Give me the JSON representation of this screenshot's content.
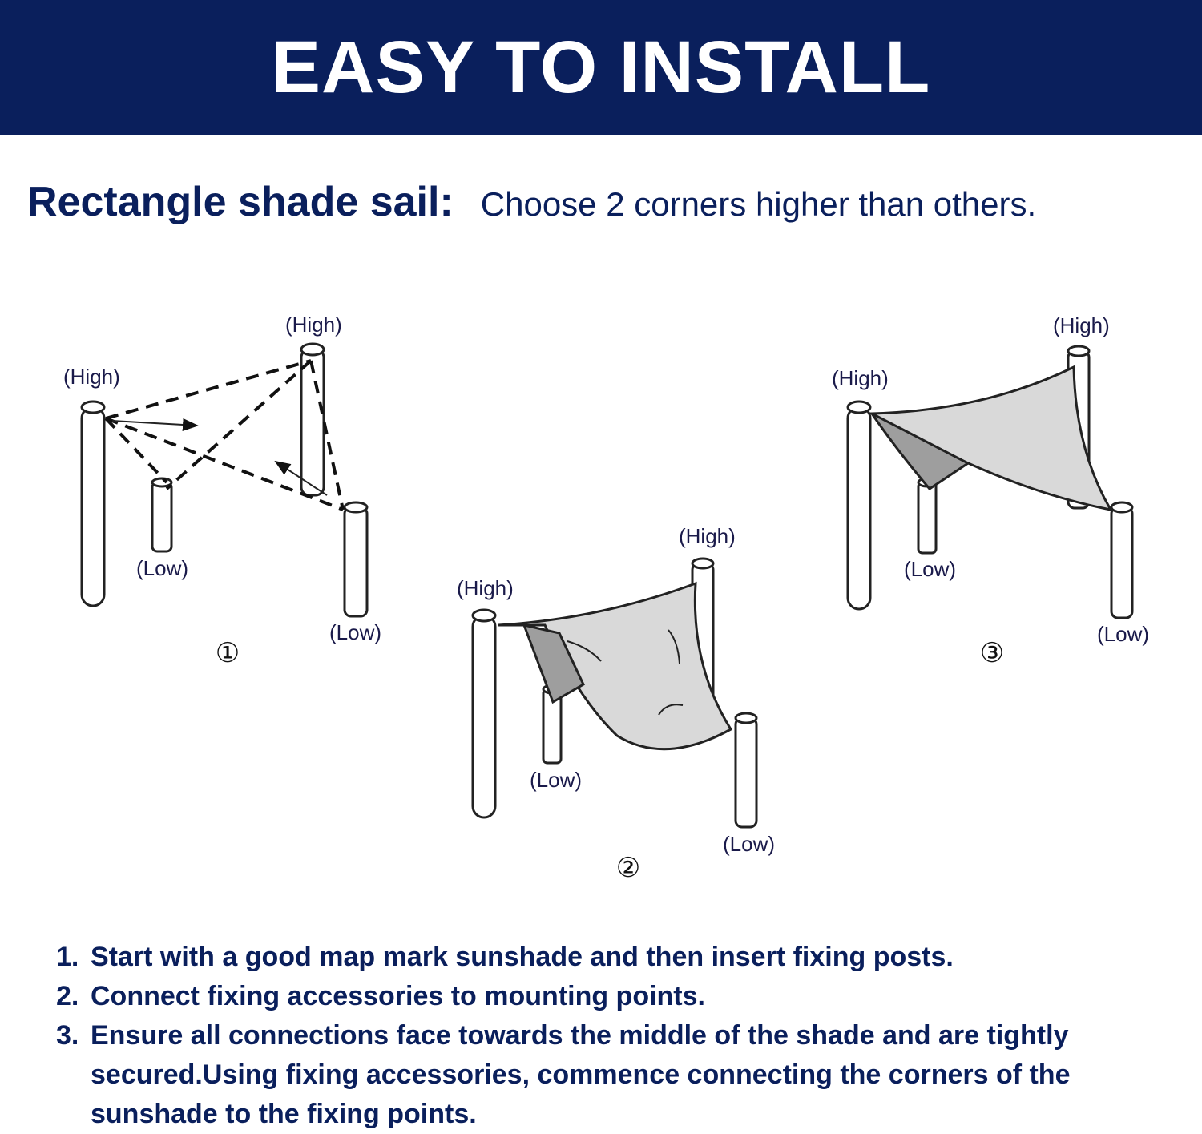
{
  "header": {
    "title": "EASY TO INSTALL"
  },
  "subtitle": {
    "bold": "Rectangle shade sail:",
    "text": "Choose 2 corners higher than others."
  },
  "diagrams": {
    "labels": {
      "high": "(High)",
      "low": "(Low)"
    },
    "numbers": [
      "①",
      "②",
      "③"
    ]
  },
  "steps": [
    {
      "num": "1.",
      "text": "Start with a good map mark sunshade and then insert fixing posts."
    },
    {
      "num": "2.",
      "text": "Connect fixing accessories to mounting points."
    },
    {
      "num": "3.",
      "text": "Ensure all connections face towards the middle of the shade and are tightly secured.Using fixing accessories, commence connecting the corners of the sunshade to the fixing points."
    }
  ],
  "colors": {
    "banner": "#0a1f5c",
    "text": "#0a1f5c",
    "sail_light": "#d9d9d9",
    "sail_dark": "#9e9e9e"
  }
}
